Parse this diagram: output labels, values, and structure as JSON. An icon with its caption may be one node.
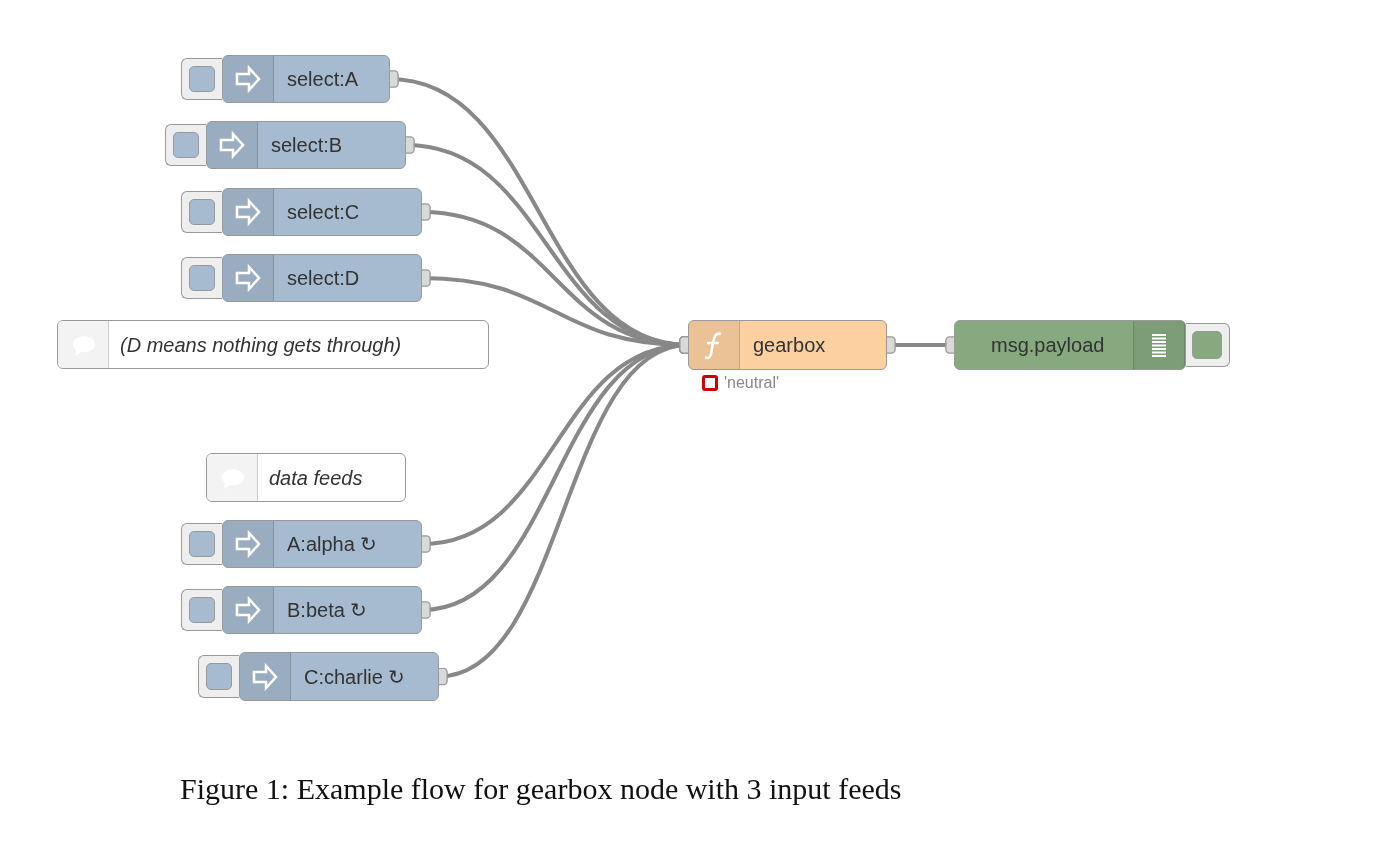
{
  "diagram": {
    "caption": "Figure 1: Example flow for gearbox node with 3 input feeds",
    "nodes": [
      {
        "text": [
          "select:A"
        ]
      },
      {
        "text": [
          "select:B"
        ]
      },
      {
        "text": [
          "select:C"
        ]
      },
      {
        "text": [
          "select:D"
        ]
      },
      {
        "text": [
          "(D means nothing gets through)"
        ]
      },
      {
        "text": [
          "gearbox"
        ],
        "beside": [
          "'neutral'"
        ]
      },
      {
        "text": [
          "msg.payload"
        ]
      },
      {
        "text": [
          "data feeds"
        ]
      },
      {
        "text": [
          "A:alpha ↻"
        ]
      },
      {
        "text": [
          "B:beta ↻"
        ]
      },
      {
        "text": [
          "C:charlie ↻"
        ]
      }
    ],
    "edges": [
      {
        "from": 0,
        "to": 5,
        "arrow": "other"
      },
      {
        "from": 1,
        "to": 5,
        "arrow": "other"
      },
      {
        "from": 2,
        "to": 5,
        "arrow": "other"
      },
      {
        "from": 3,
        "to": 5,
        "arrow": "other"
      },
      {
        "from": 8,
        "to": 5,
        "arrow": "other"
      },
      {
        "from": 9,
        "to": 5,
        "arrow": "other"
      },
      {
        "from": 10,
        "to": 5,
        "arrow": "other"
      },
      {
        "from": 5,
        "to": 6,
        "arrow": "other"
      }
    ]
  }
}
